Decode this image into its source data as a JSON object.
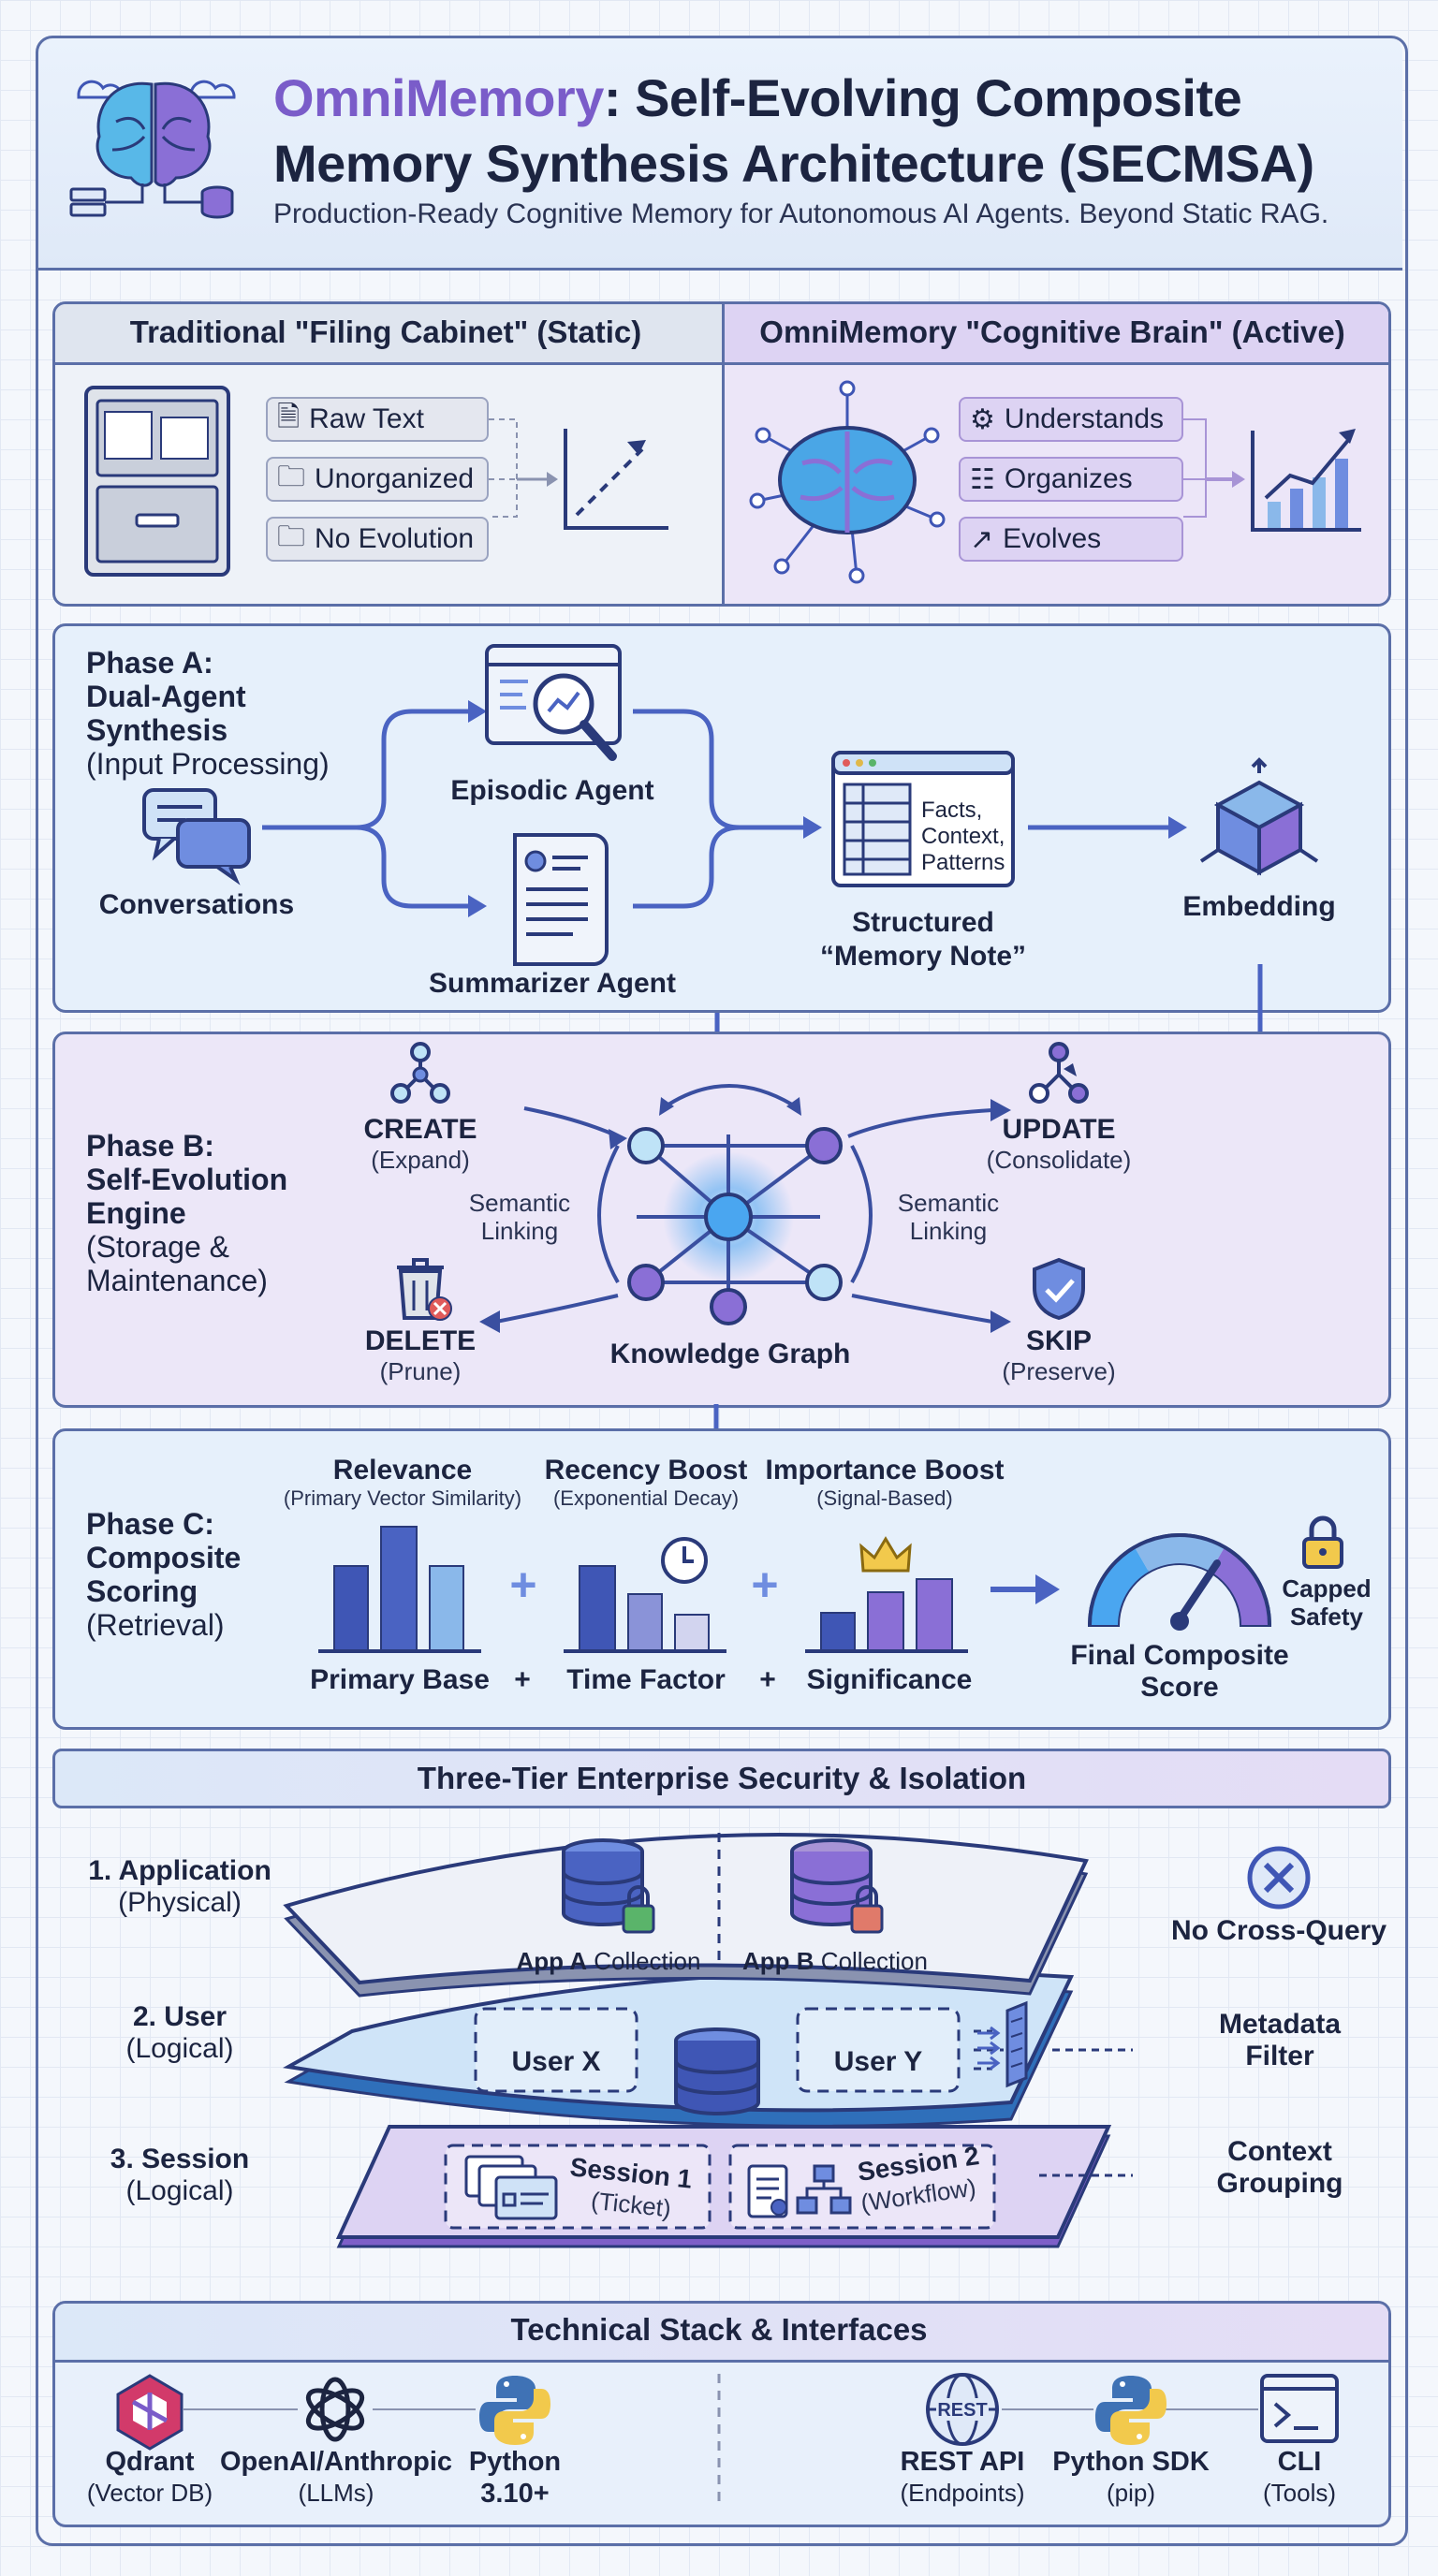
{
  "header": {
    "brand": "OmniMemory",
    "title_rest": ": Self-Evolving Composite",
    "title_line2": "Memory Synthesis Architecture (SECMSA)",
    "subtitle": "Production-Ready Cognitive Memory for Autonomous AI Agents. Beyond Static RAG."
  },
  "comparison": {
    "left_title": "Traditional \"Filing Cabinet\" (Static)",
    "right_title": "OmniMemory \"Cognitive Brain\" (Active)",
    "left_items": [
      "Raw Text",
      "Unorganized",
      "No Evolution"
    ],
    "right_items": [
      "Understands",
      "Organizes",
      "Evolves"
    ]
  },
  "phase_a": {
    "title": "Phase A:",
    "name_l1": "Dual-Agent",
    "name_l2": "Synthesis",
    "desc": "(Input Processing)",
    "conversations": "Conversations",
    "episodic": "Episodic Agent",
    "summarizer": "Summarizer Agent",
    "note_lines": [
      "Facts,",
      "Context,",
      "Patterns"
    ],
    "note_l1": "Structured",
    "note_l2": "“Memory Note”",
    "embedding": "Embedding"
  },
  "phase_b": {
    "title": "Phase B:",
    "name_l1": "Self-Evolution",
    "name_l2": "Engine",
    "desc_l1": "(Storage &",
    "desc_l2": "Maintenance)",
    "create": "CREATE",
    "create_sub": "(Expand)",
    "update": "UPDATE",
    "update_sub": "(Consolidate)",
    "delete": "DELETE",
    "delete_sub": "(Prune)",
    "skip": "SKIP",
    "skip_sub": "(Preserve)",
    "semantic_l1": "Semantic",
    "semantic_l2": "Linking",
    "graph": "Knowledge Graph"
  },
  "phase_c": {
    "title": "Phase C:",
    "name_l1": "Composite",
    "name_l2": "Scoring",
    "desc": "(Retrieval)",
    "relevance": "Relevance",
    "relevance_sub": "(Primary Vector Similarity)",
    "recency": "Recency Boost",
    "recency_sub": "(Exponential Decay)",
    "importance": "Importance Boost",
    "importance_sub": "(Signal-Based)",
    "primary_base": "Primary Base",
    "time_factor": "Time Factor",
    "significance": "Significance",
    "plus": "+",
    "final_l1": "Final Composite",
    "final_l2": "Score",
    "capped_l1": "Capped",
    "capped_l2": "Safety"
  },
  "security": {
    "title": "Three-Tier Enterprise Security & Isolation",
    "tier1": "1. Application",
    "tier1_sub": "(Physical)",
    "tier2": "2. User",
    "tier2_sub": "(Logical)",
    "tier3": "3. Session",
    "tier3_sub": "(Logical)",
    "app_a_b": "App A",
    "app_a_r": " Collection",
    "app_b_b": "App B",
    "app_b_r": " Collection",
    "user_x": "User X",
    "user_y": "User Y",
    "session1": "Session 1",
    "session1_sub": "(Ticket)",
    "session2": "Session 2",
    "session2_sub": "(Workflow)",
    "no_cross": "No Cross-Query",
    "metadata_l1": "Metadata",
    "metadata_l2": "Filter",
    "context_l1": "Context",
    "context_l2": "Grouping"
  },
  "stack": {
    "title": "Technical Stack & Interfaces",
    "items": [
      {
        "name": "Qdrant",
        "sub": "(Vector DB)"
      },
      {
        "name": "OpenAI/Anthropic",
        "sub": "(LLMs)"
      },
      {
        "name": "Python",
        "sub": "3.10+"
      },
      {
        "name": "REST API",
        "sub": "(Endpoints)"
      },
      {
        "name": "Python SDK",
        "sub": "(pip)"
      },
      {
        "name": "CLI",
        "sub": "(Tools)"
      }
    ],
    "rest_icon_text": "REST"
  },
  "colors": {
    "border": "#5b6fa8",
    "accent_purple": "#7a5cc9",
    "bar_blue": "#3f56b5",
    "bar_purple": "#8a6fd6"
  }
}
